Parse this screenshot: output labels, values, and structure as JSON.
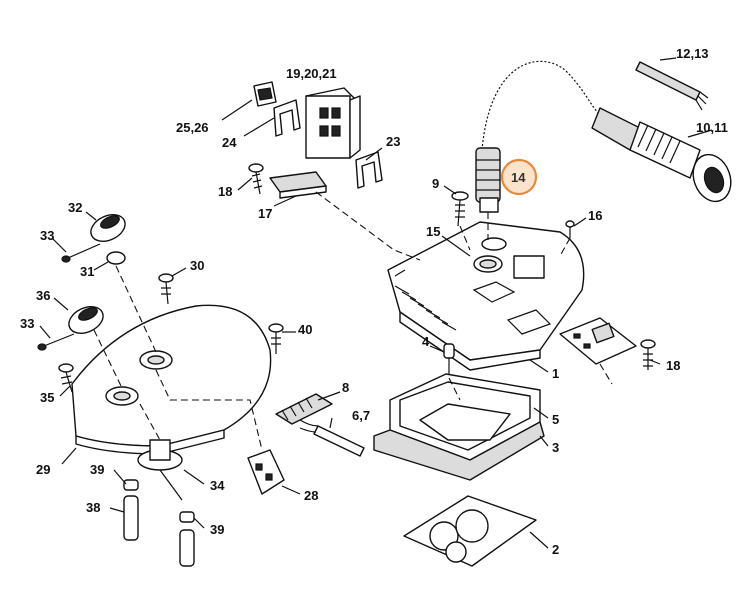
{
  "labels": {
    "l_1213": "12,13",
    "l_1011": "10,11",
    "l_192021": "19,20,21",
    "l_2526": "25,26",
    "l_24": "24",
    "l_23": "23",
    "l_18a": "18",
    "l_17": "17",
    "l_9": "9",
    "l_14": "14",
    "l_16": "16",
    "l_15": "15",
    "l_32": "32",
    "l_33a": "33",
    "l_31": "31",
    "l_30": "30",
    "l_36": "36",
    "l_33b": "33",
    "l_40": "40",
    "l_35": "35",
    "l_4": "4",
    "l_18b": "18",
    "l_1": "1",
    "l_8": "8",
    "l_67": "6,7",
    "l_5": "5",
    "l_3": "3",
    "l_29": "29",
    "l_39a": "39",
    "l_34": "34",
    "l_28": "28",
    "l_38": "38",
    "l_39b": "39",
    "l_2": "2"
  },
  "highlight": {
    "part_number": "14",
    "color": "#e8893a",
    "fill": "#fbe3cc"
  }
}
